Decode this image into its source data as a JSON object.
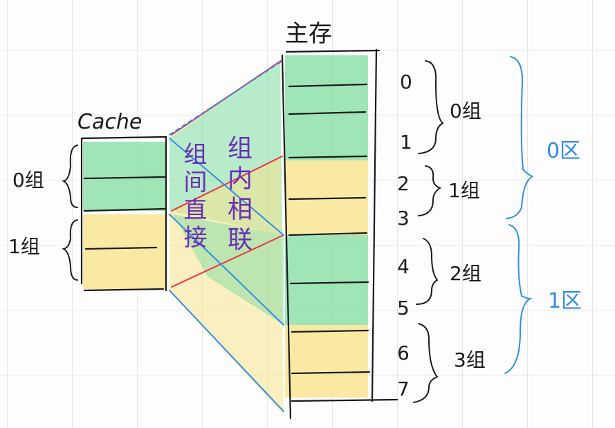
{
  "labels": {
    "main_memory": "主存",
    "cache": "Cache",
    "group_direct": "组间直接",
    "intra_assoc": "组内相联"
  },
  "cache_groups": [
    "0组",
    "1组"
  ],
  "memory_blocks": [
    "0",
    "1",
    "2",
    "3",
    "4",
    "5",
    "6",
    "7"
  ],
  "memory_groups": [
    "0组",
    "1组",
    "2组",
    "3组"
  ],
  "memory_zones": [
    "0区",
    "1区"
  ],
  "colors": {
    "green": "#7fdca0",
    "yellow": "#f7e38c",
    "red": "#e8334a",
    "blue": "#2f8ce8",
    "purple": "#6a2fb5",
    "ink": "#1a1a1a"
  }
}
